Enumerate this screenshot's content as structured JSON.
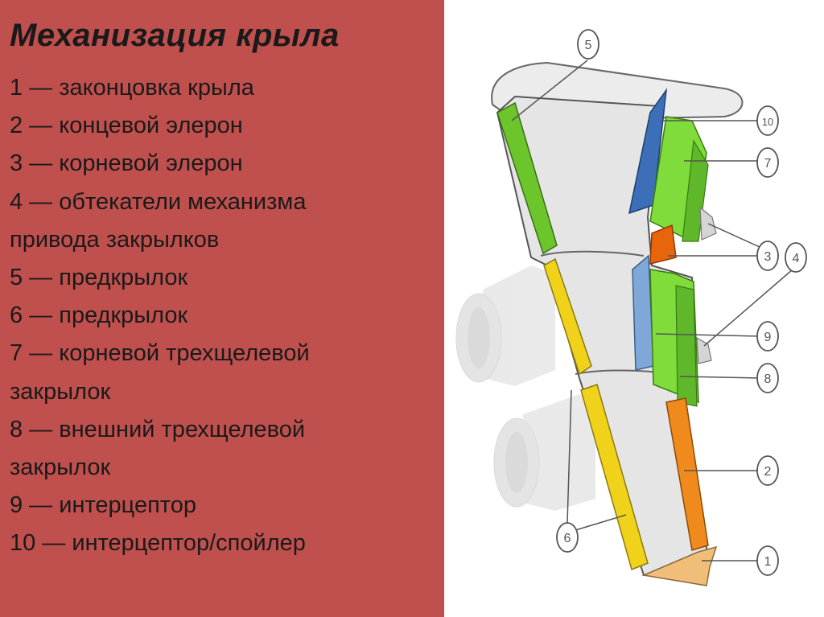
{
  "title": "Механизация крыла",
  "legend": [
    "1 — законцовка крыла",
    "2 — концевой элерон",
    "3 — корневой элерон",
    "4 — обтекатели механизма",
    "привода закрылков",
    "5 — предкрылок",
    "6 — предкрылок",
    "7 — корневой трехщелевой",
    "закрылок",
    "8 — внешний трехщелевой",
    "закрылок",
    "9 — интерцептор",
    "10 — интерцептор/спойлер"
  ],
  "callouts": {
    "n1": "1",
    "n2": "2",
    "n3": "3",
    "n4": "4",
    "n5": "5",
    "n6": "6",
    "n7": "7",
    "n8": "8",
    "n9": "9",
    "n10": "10"
  },
  "colors": {
    "panel_bg": "#c0504d",
    "slat_green": "#6cc52a",
    "slat_yellow": "#f1d21a",
    "flap_green": "#7fdc3a",
    "spoiler_blue": "#3d6fb8",
    "interceptor_blue": "#7fa8d8",
    "aileron_orange": "#f08a1c",
    "root_aileron": "#e8650c",
    "wingtip": "#f1be7a",
    "wing_gray": "#e5e5e5"
  }
}
